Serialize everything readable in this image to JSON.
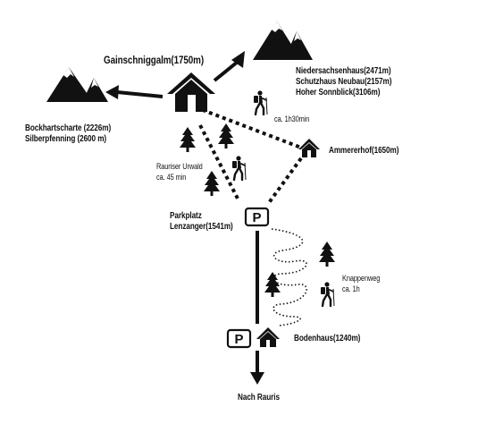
{
  "places": {
    "gainschnigg": {
      "name": "Gainschniggalm(1750m)"
    },
    "north_huts": {
      "lines": [
        "Niedersachsenhaus(2471m)",
        "Schutzhaus Neubau(2157m)",
        "Hoher Sonnblick(3106m)"
      ]
    },
    "west_peaks": {
      "lines": [
        "Bockhartscharte (2226m)",
        "Silberpfenning (2600 m)"
      ]
    },
    "ammererhof": {
      "name": "Ammererhof(1650m)"
    },
    "parkplatz": {
      "lines": [
        "Parkplatz",
        "Lenzanger(1541m)"
      ]
    },
    "bodenhaus": {
      "name": "Bodenhaus(1240m)"
    },
    "rauris": {
      "name": "Nach Rauris"
    }
  },
  "trails": {
    "urwald": {
      "lines": [
        "Rauriser Urwald",
        "ca. 45 min"
      ]
    },
    "ammerer_time": {
      "text": "ca. 1h30min"
    },
    "knappenweg": {
      "lines": [
        "Knappenweg",
        "ca. 1h"
      ]
    }
  },
  "signs": {
    "parking": "P"
  },
  "icons": [
    "mountain-icon",
    "house-icon",
    "tree-icon",
    "hiker-icon",
    "parking-sign-icon",
    "arrow-icon"
  ],
  "colors": {
    "ink": "#111111",
    "background": "#ffffff"
  }
}
